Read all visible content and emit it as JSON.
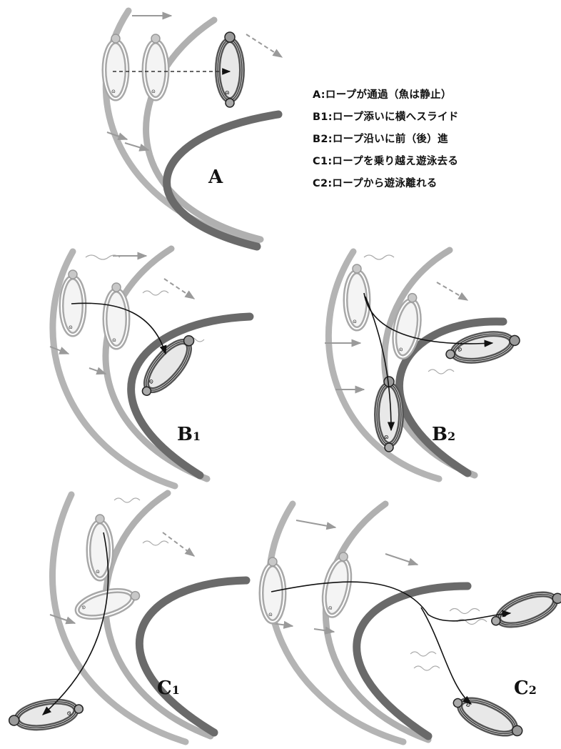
{
  "legend": [
    "A:ロープが通過（魚は静止）",
    "B1:ロープ添いに横へスライド",
    "B2:ロープ沿いに前（後）進",
    "C1:ロープを乗り越え遊泳去る",
    "C2:ロープから遊泳離れる"
  ],
  "panels": {
    "A": {
      "letter": "A",
      "sub": ""
    },
    "B1": {
      "letter": "B",
      "sub": "1"
    },
    "B2": {
      "letter": "B",
      "sub": "2"
    },
    "C1": {
      "letter": "C",
      "sub": "1"
    },
    "C2": {
      "letter": "C",
      "sub": "2"
    }
  },
  "colors": {
    "rope_light": "#b4b4b4",
    "rope_dark": "#6a6a6a",
    "fish_fill_ghost": "#f4f4f4",
    "fish_fill": "#e6e6e6",
    "ink": "#111111"
  }
}
